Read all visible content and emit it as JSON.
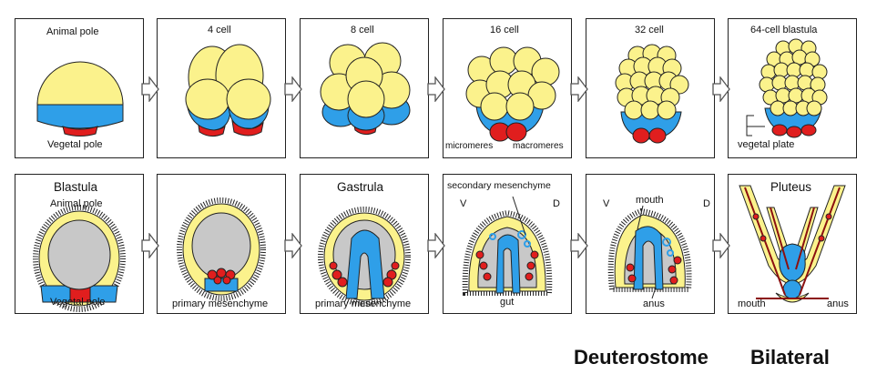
{
  "row1": {
    "panel1": {
      "top": "Animal pole",
      "bottom": "Vegetal pole"
    },
    "panel2": {
      "title": "4 cell"
    },
    "panel3": {
      "title": "8 cell"
    },
    "panel4": {
      "title": "16 cell",
      "label_left": "micromeres",
      "label_right": "macromeres"
    },
    "panel5": {
      "title": "32 cell"
    },
    "panel6": {
      "title": "64-cell blastula",
      "label": "vegetal plate"
    }
  },
  "row2": {
    "panel1": {
      "title": "Blastula",
      "top": "Animal pole",
      "bottom": "Vegetal pole"
    },
    "panel2": {
      "label": "primary mesenchyme"
    },
    "panel3": {
      "title": "Gastrula",
      "label": "primary mesenchyme"
    },
    "panel4": {
      "label_top": "secondary mesenchyme",
      "v": "V",
      "d": "D",
      "label_bottom": "gut"
    },
    "panel5": {
      "v": "V",
      "d": "D",
      "mouth": "mouth",
      "anus": "anus"
    },
    "panel6": {
      "title": "Pluteus",
      "mouth": "mouth",
      "anus": "anus"
    }
  },
  "footer": {
    "left": "Deuterostome",
    "right": "Bilateral"
  },
  "colors": {
    "yellow": "#fbf28c",
    "blue": "#2f9fe8",
    "red": "#e01e1e",
    "gray": "#c8c8c8",
    "dark_red": "#8b1010"
  }
}
